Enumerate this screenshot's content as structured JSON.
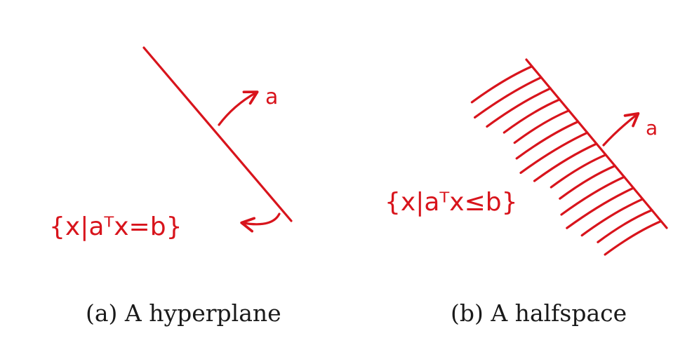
{
  "colors": {
    "ink": "#d8141c",
    "caption": "#1a1a1a",
    "background": "#ffffff"
  },
  "panels": [
    {
      "id": "a",
      "normal_label": "a",
      "set_expression": "{x|aᵀx=b}",
      "caption": "(a) A hyperplane"
    },
    {
      "id": "b",
      "normal_label": "a",
      "set_expression": "{x|aᵀx≤b}",
      "caption": "(b) A halfspace"
    }
  ]
}
